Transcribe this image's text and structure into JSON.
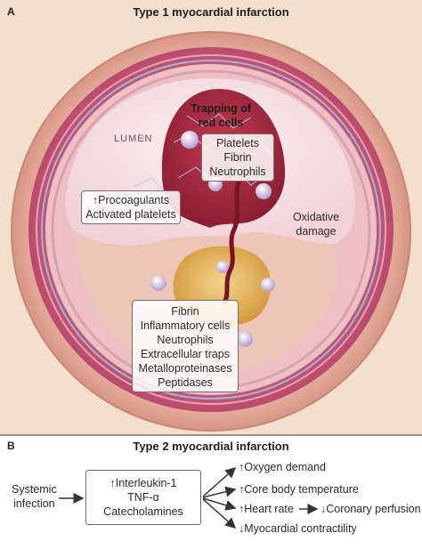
{
  "panel_a": {
    "letter": "A",
    "title": "Type 1 myocardial infarction",
    "lumen_label": "LUMEN",
    "trapping_label": [
      "Trapping of",
      "red cells"
    ],
    "platelets_box": [
      "Platelets",
      "Fibrin",
      "Neutrophils"
    ],
    "procoagulants_box": [
      "↑Procoagulants",
      "Activated platelets"
    ],
    "oxidative_label": [
      "Oxidative",
      "damage"
    ],
    "plaque_box": [
      "Fibrin",
      "Inflammatory cells",
      "Neutrophils",
      "Extracellular traps",
      "Metalloproteinases",
      "Peptidases"
    ]
  },
  "panel_b": {
    "letter": "B",
    "title": "Type 2 myocardial infarction",
    "source_label": [
      "Systemic",
      "infection"
    ],
    "mediators_box": [
      "↑Interleukin-1",
      "TNF-α",
      "Catecholamines"
    ],
    "effects": [
      "↑Oxygen demand",
      "↑Core body temperature",
      "↑Heart rate",
      "↓Coronary perfusion",
      "↓Myocardial contractility"
    ]
  },
  "colors": {
    "panel_background": "#f3dfcb",
    "vessel_outer": "#e7b3a3",
    "media_layer": "#c9577a",
    "lumen": "#f8e7ea",
    "thrombus": "#a52a3f",
    "plaque_core": "#e5b75a"
  }
}
